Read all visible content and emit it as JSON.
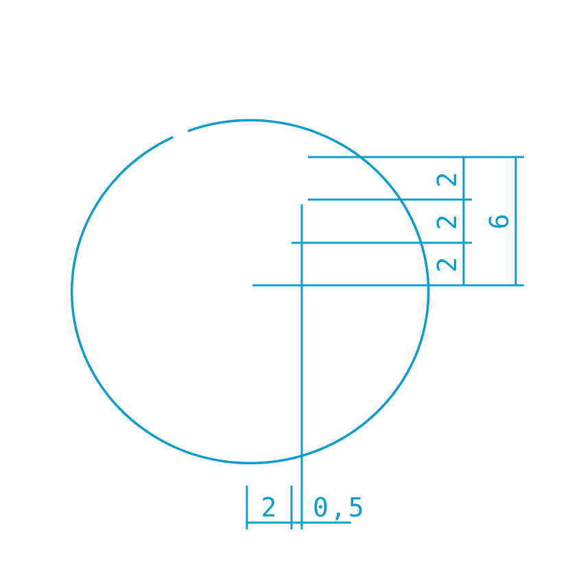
{
  "stroke_color": "#0a9ccc",
  "background_color": "#ffffff",
  "dimensions": {
    "right_segment_1": "2",
    "right_segment_2": "2",
    "right_segment_3": "2",
    "right_total": "6",
    "bottom_left": "2",
    "bottom_right": "0,5"
  }
}
